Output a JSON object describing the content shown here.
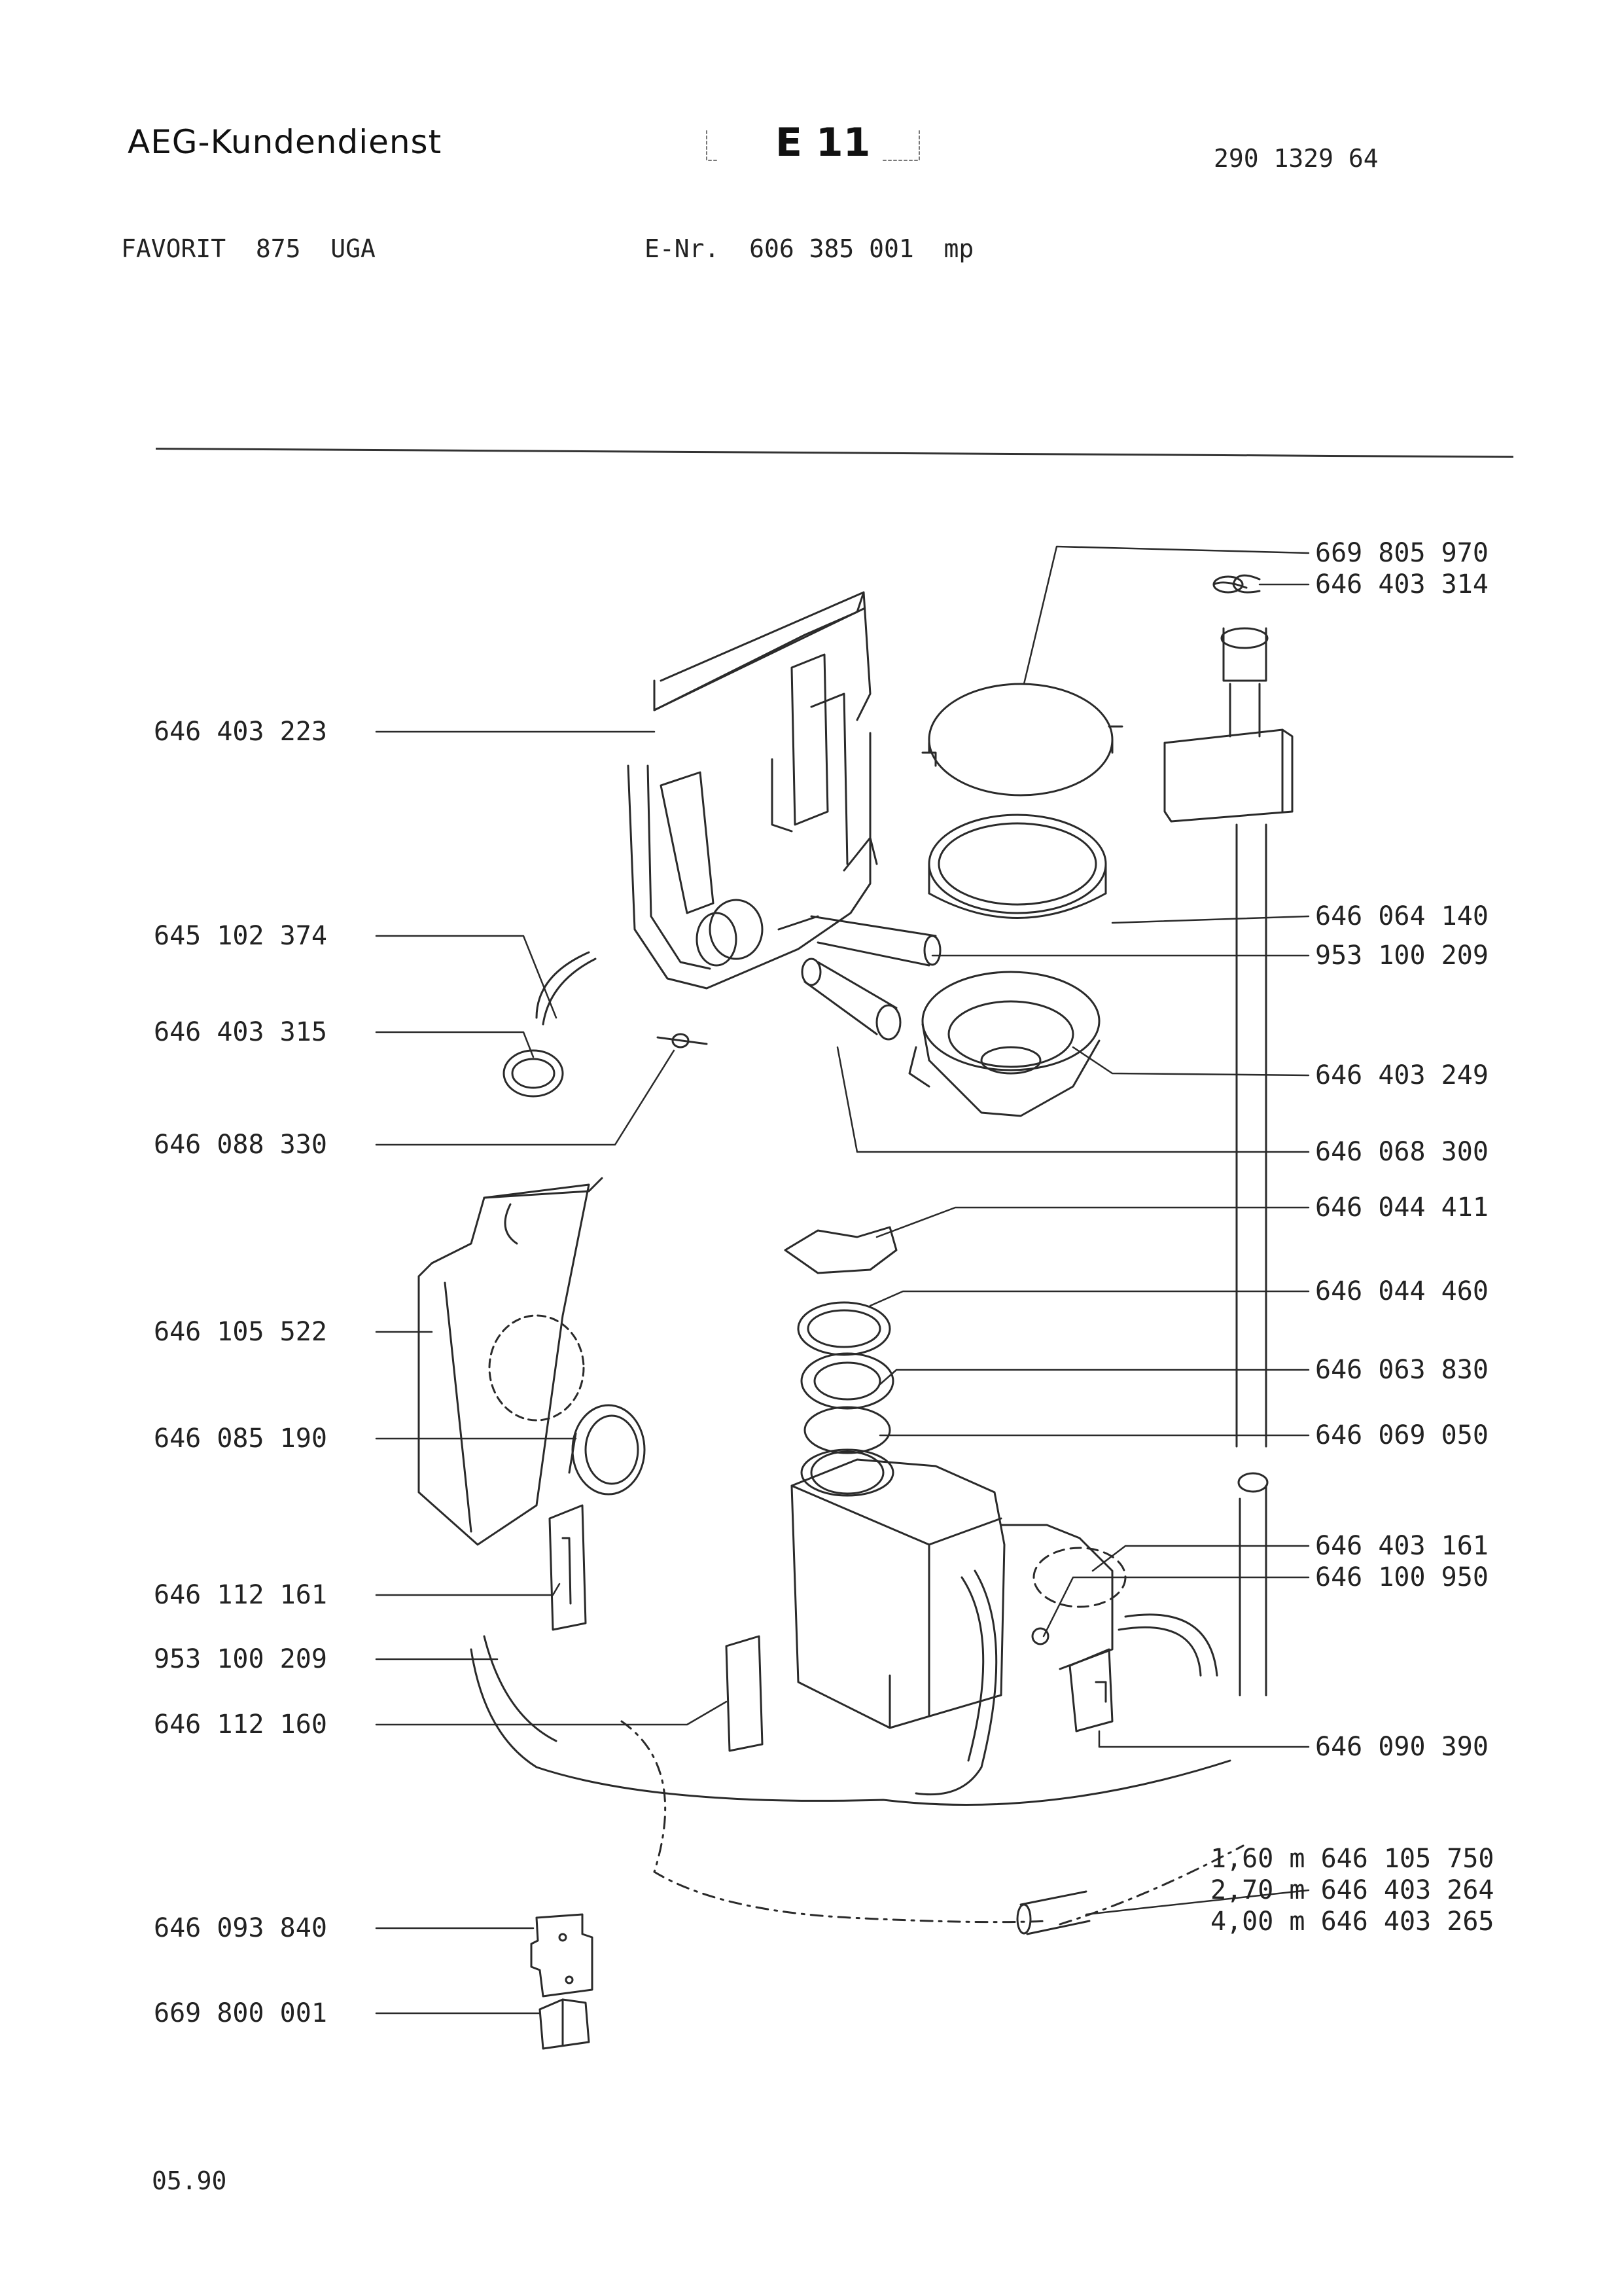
{
  "header": {
    "brand": "AEG-Kundendienst",
    "page_code": "E 11",
    "doc_number": "290 1329 64",
    "model": "FAVORIT  875  UGA",
    "e_nr": "E-Nr.  606 385 001  mp"
  },
  "labels_left": [
    "646 403 223",
    "645 102 374",
    "646 403 315",
    "646 088 330",
    "646 105 522",
    "646 085 190",
    "646 112 161",
    "953 100 209",
    "646 112 160",
    "646 093 840",
    "669 800 001"
  ],
  "labels_right": [
    "669 805 970",
    "646 403 314",
    "646 064 140",
    "953 100 209",
    "646 403 249",
    "646 068 300",
    "646 044 411",
    "646 044 460",
    "646 063 830",
    "646 069 050",
    "646 403 161",
    "646 100 950",
    "646 090 390",
    "1,60 m 646 105 750",
    "2,70 m 646 403 264",
    "4,00 m 646 403 265"
  ],
  "footer": {
    "date": "05.90"
  }
}
